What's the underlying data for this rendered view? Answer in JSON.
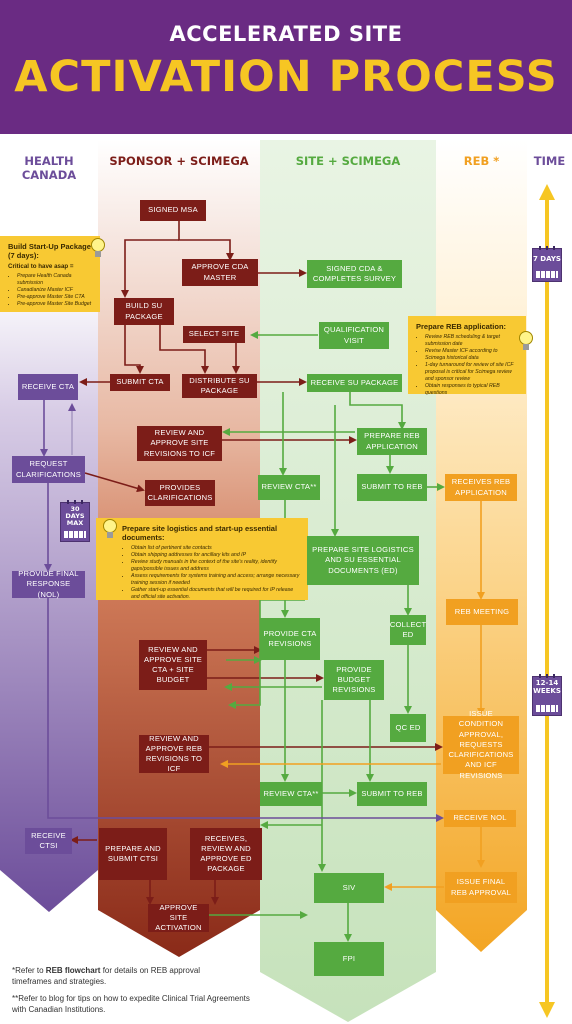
{
  "header": {
    "subtitle": "ACCELERATED SITE",
    "title": "ACTIVATION PROCESS"
  },
  "columns": {
    "health_canada": "HEALTH CANADA",
    "sponsor": "SPONSOR + SCIMEGA",
    "site": "SITE + SCIMEGA",
    "reb": "REB *",
    "time": "TIME"
  },
  "colors": {
    "header": "#6a2b83",
    "title": "#f6c623",
    "maroon": "#7c1d18",
    "green": "#55aa40",
    "purple": "#6c4d9a",
    "orange": "#f1a021",
    "note": "#f8c933"
  },
  "boxes": {
    "signed_msa": "SIGNED MSA",
    "approve_cda_master": "APPROVE CDA MASTER",
    "signed_cda": "SIGNED CDA & COMPLETES SURVEY",
    "build_su_package": "BUILD SU PACKAGE",
    "select_site": "SELECT SITE",
    "qualification_visit": "QUALIFICATION VISIT",
    "receive_cta": "RECEIVE CTA",
    "submit_cta": "SUBMIT CTA",
    "distribute_su_package": "DISTRIBUTE SU PACKAGE",
    "receive_su_package": "RECEIVE SU PACKAGE",
    "review_approve_icf": "REVIEW AND APPROVE SITE REVISIONS TO ICF",
    "prepare_reb_application": "PREPARE REB APPLICATION",
    "request_clarifications": "REQUEST CLARIFICATIONS",
    "provides_clarifications": "PROVIDES CLARIFICATIONS",
    "review_cta_1": "REVIEW CTA**",
    "submit_to_reb_1": "SUBMIT TO REB",
    "receives_reb_application": "RECEIVES REB APPLICATION",
    "prepare_site_logistics": "PREPARE SITE LOGISTICS AND SU ESSENTIAL DOCUMENTS (ED)",
    "provide_final_response": "PROVIDE FINAL RESPONSE (NOL)",
    "reb_meeting": "REB MEETING",
    "provide_cta_revisions": "PROVIDE CTA REVISIONS",
    "collect_ed": "COLLECT ED",
    "review_approve_cta_budget": "REVIEW AND APPROVE SITE CTA + SITE BUDGET",
    "provide_budget_revisions": "PROVIDE BUDGET REVISIONS",
    "qc_ed": "QC ED",
    "issue_condition_approval": "ISSUE CONDITION APPROVAL, REQUESTS CLARIFICATIONS AND ICF REVISIONS",
    "review_approve_reb_icf": "REVIEW AND APPROVE REB REVISIONS TO ICF",
    "review_cta_2": "REVIEW CTA**",
    "submit_to_reb_2": "SUBMIT TO REB",
    "receive_nol": "RECEIVE NOL",
    "receive_ctsi": "RECEIVE CTSI",
    "prepare_submit_ctsi": "PREPARE AND SUBMIT CTSI",
    "receives_review_ed": "RECEIVES, REVIEW AND APPROVE ED PACKAGE",
    "siv": "SIV",
    "issue_final_reb_approval": "ISSUE FINAL REB APPROVAL",
    "approve_site_activation": "APPROVE SITE ACTIVATION",
    "fpi": "FPI"
  },
  "notes": {
    "build_startup": {
      "title": "Build Start-Up Package (7 days):",
      "subtitle": "Critical to have asap =",
      "items": [
        "Prepare Health Canada submission",
        "Canadianize Master ICF",
        "Pre-approve Master Site CTA",
        "Pre-approve Master Site Budget"
      ]
    },
    "prepare_reb": {
      "title": "Prepare REB application:",
      "items": [
        "Review REB scheduling & target submission date",
        "Revise Master ICF according to Scimega historical data",
        "1-day turnaround for review of site ICF proposal is critical for Scimega review and sponsor review",
        "Obtain responses to typical REB questions"
      ]
    },
    "site_logistics": {
      "title": "Prepare site logistics and start-up essential documents:",
      "items": [
        "Obtain list of pertinent site contacts",
        "Obtain shipping addresses for ancillary kits and IP",
        "Review study manuals in the context of the site's reality, identify gaps/possible issues and address",
        "Assess requirements for systems training and access; arrange necessary training session if needed",
        "Gather start-up essential documents that will be required for IP release and official site activation."
      ]
    }
  },
  "time_badges": {
    "seven_days": "7 DAYS",
    "thirty_days": "30 DAYS MAX",
    "weeks": "12-14 WEEKS"
  },
  "footnotes": {
    "reb_prefix": "*Refer to ",
    "reb_link": "REB flowchart",
    "reb_suffix": " for details on REB approval timeframes and strategies.",
    "blog": "**Refer to blog for tips on how to expedite Clinical Trial Agreements with Canadian Institutions."
  }
}
